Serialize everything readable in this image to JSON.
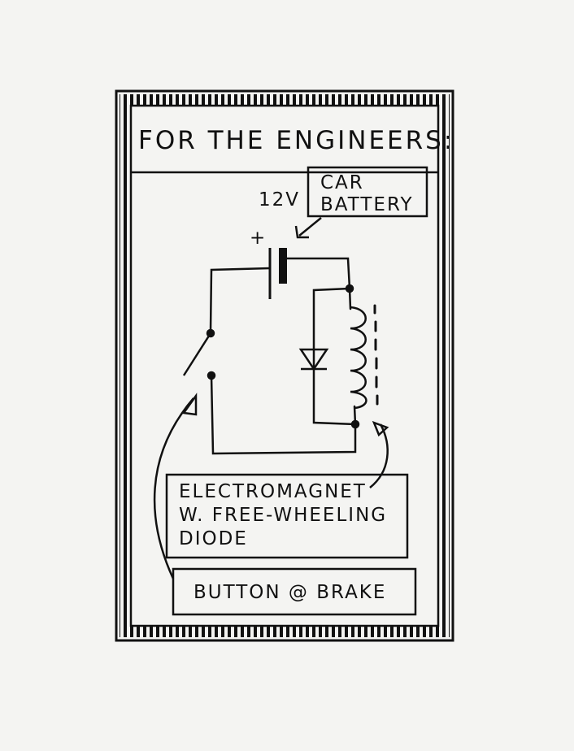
{
  "header": {
    "title": "FOR THE ENGINEERS:"
  },
  "labels": {
    "voltage": "12V",
    "plus": "+",
    "battery_line1": "CAR",
    "battery_line2": "BATTERY",
    "magnet_line1": "ELECTROMAGNET",
    "magnet_line2": "W. FREE-WHEELING",
    "magnet_line3": "DIODE",
    "button": "BUTTON @ BRAKE"
  },
  "colors": {
    "ink": "#111111",
    "paper": "#f4f4f2"
  },
  "icons": [
    "battery-icon",
    "switch-icon",
    "diode-icon",
    "coil-icon",
    "arrow-icon"
  ]
}
